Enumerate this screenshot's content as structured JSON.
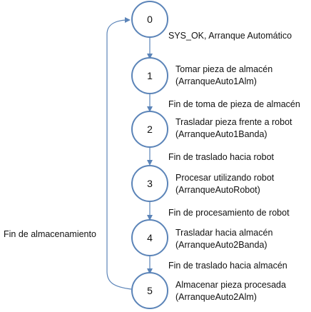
{
  "colors": {
    "state_stroke": "#5b84b8",
    "arrow": "#5b84b8",
    "text": "#111111",
    "background": "#ffffff"
  },
  "states": [
    {
      "id": "0",
      "title": "",
      "subtitle": ""
    },
    {
      "id": "1",
      "title": "Tomar pieza de almacén",
      "subtitle": "(ArranqueAuto1Alm)"
    },
    {
      "id": "2",
      "title": "Trasladar pieza frente a robot",
      "subtitle": "(ArranqueAuto1Banda)"
    },
    {
      "id": "3",
      "title": "Procesar utilizando robot",
      "subtitle": "(ArranqueAutoRobot)"
    },
    {
      "id": "4",
      "title": "Trasladar hacia almacén",
      "subtitle": "(ArranqueAuto2Banda)"
    },
    {
      "id": "5",
      "title": "Almacenar pieza procesada",
      "subtitle": "(ArranqueAuto2Alm)"
    }
  ],
  "transitions": [
    "SYS_OK,  Arranque Automático",
    "Fin de toma de pieza de almacén",
    "Fin de traslado hacia robot",
    "Fin de procesamiento de robot",
    "Fin de traslado hacia almacén"
  ],
  "loop_label": "Fin de almacenamiento"
}
